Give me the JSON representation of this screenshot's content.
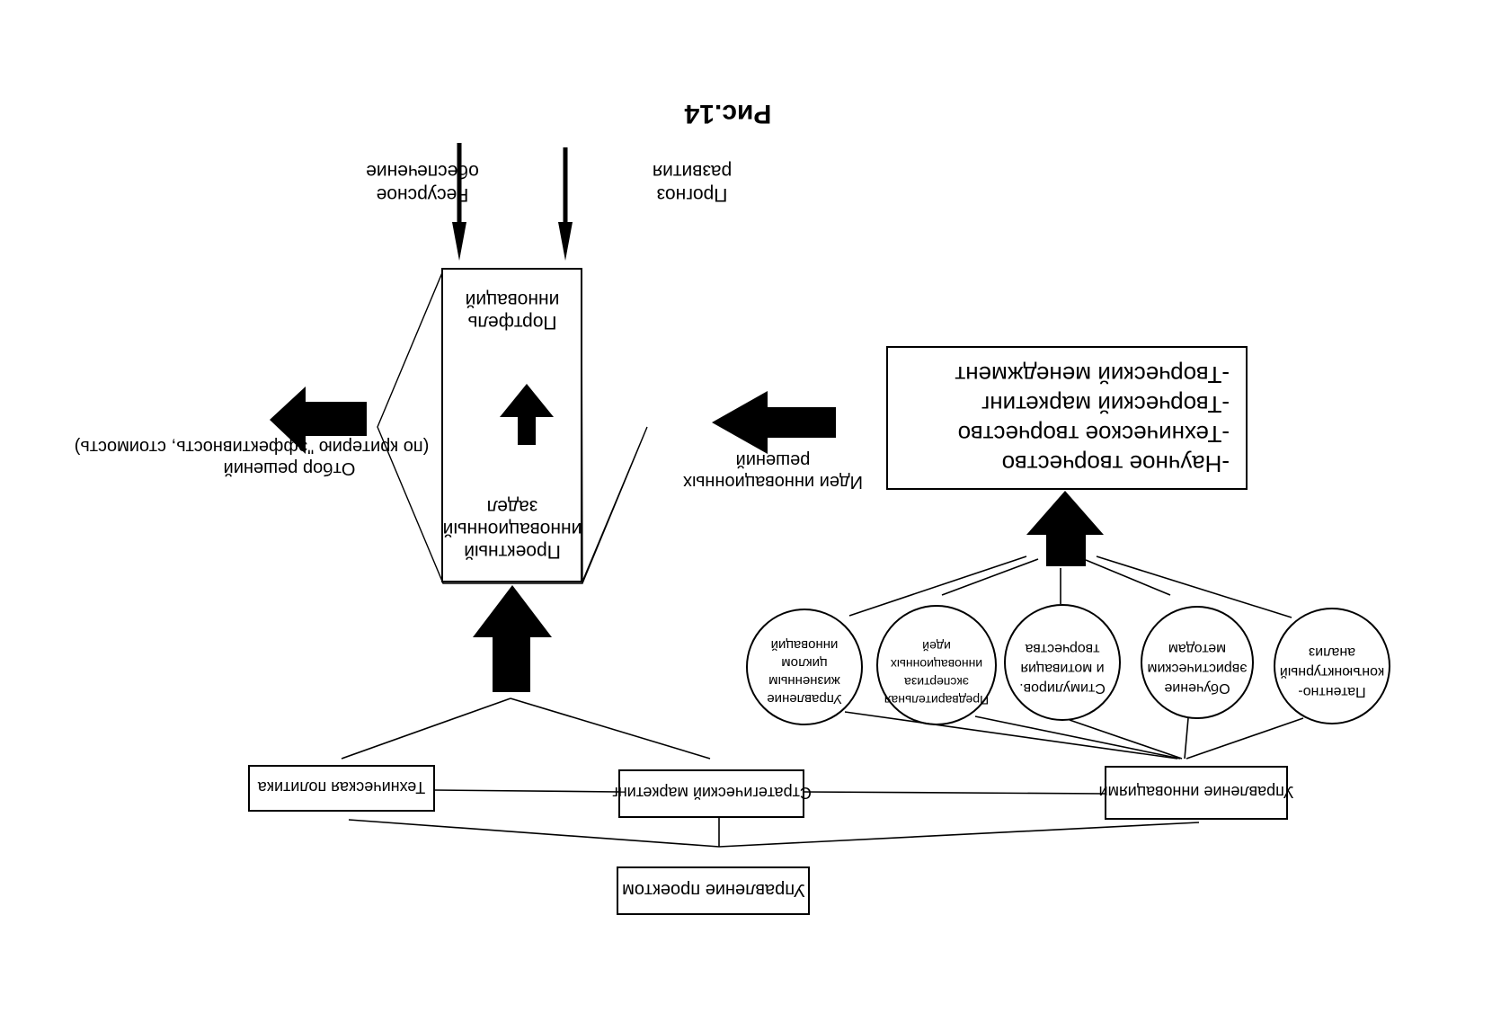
{
  "figure_caption": "Рис.14",
  "boxes": {
    "project_management": "Управление проектом",
    "technical_policy": "Техническая политика",
    "strategic_marketing": "Стратегический маркетинг",
    "innovation_management": "Управление инновациями"
  },
  "circles": {
    "life_cycle": [
      "Управление",
      "жизненным",
      "циклом",
      "инноваций"
    ],
    "expertise": [
      "Предварительная",
      "экспертиза",
      "инновационных",
      "идей"
    ],
    "stimulation": [
      "Стимулиров.",
      "и мотивация",
      "творчества"
    ],
    "training": [
      "Обучение",
      "эвристическим",
      "методам"
    ],
    "patent": [
      "Патентно-",
      "конъюнктурный",
      "анализ"
    ]
  },
  "creativity_box": [
    "-Научное творчество",
    "-Техническое творчество",
    "-Творческий маркетинг",
    "-Творческий менеджмент"
  ],
  "ideas_label": [
    "Идеи инновационных",
    "решений"
  ],
  "hexagon": {
    "bottom_label": [
      "Проектный",
      "инновационный",
      "задел"
    ],
    "top_label": [
      "Портфель",
      "инноваций"
    ]
  },
  "selection_label": [
    "Отбор решений",
    "(по критерию \"эффективность, стоимость)"
  ],
  "inputs": {
    "resources": [
      "Ресурсное",
      "обеспечение"
    ],
    "forecast": [
      "Прогноз",
      "развития"
    ]
  },
  "colors": {
    "ink": "#000000",
    "paper": "#ffffff"
  }
}
